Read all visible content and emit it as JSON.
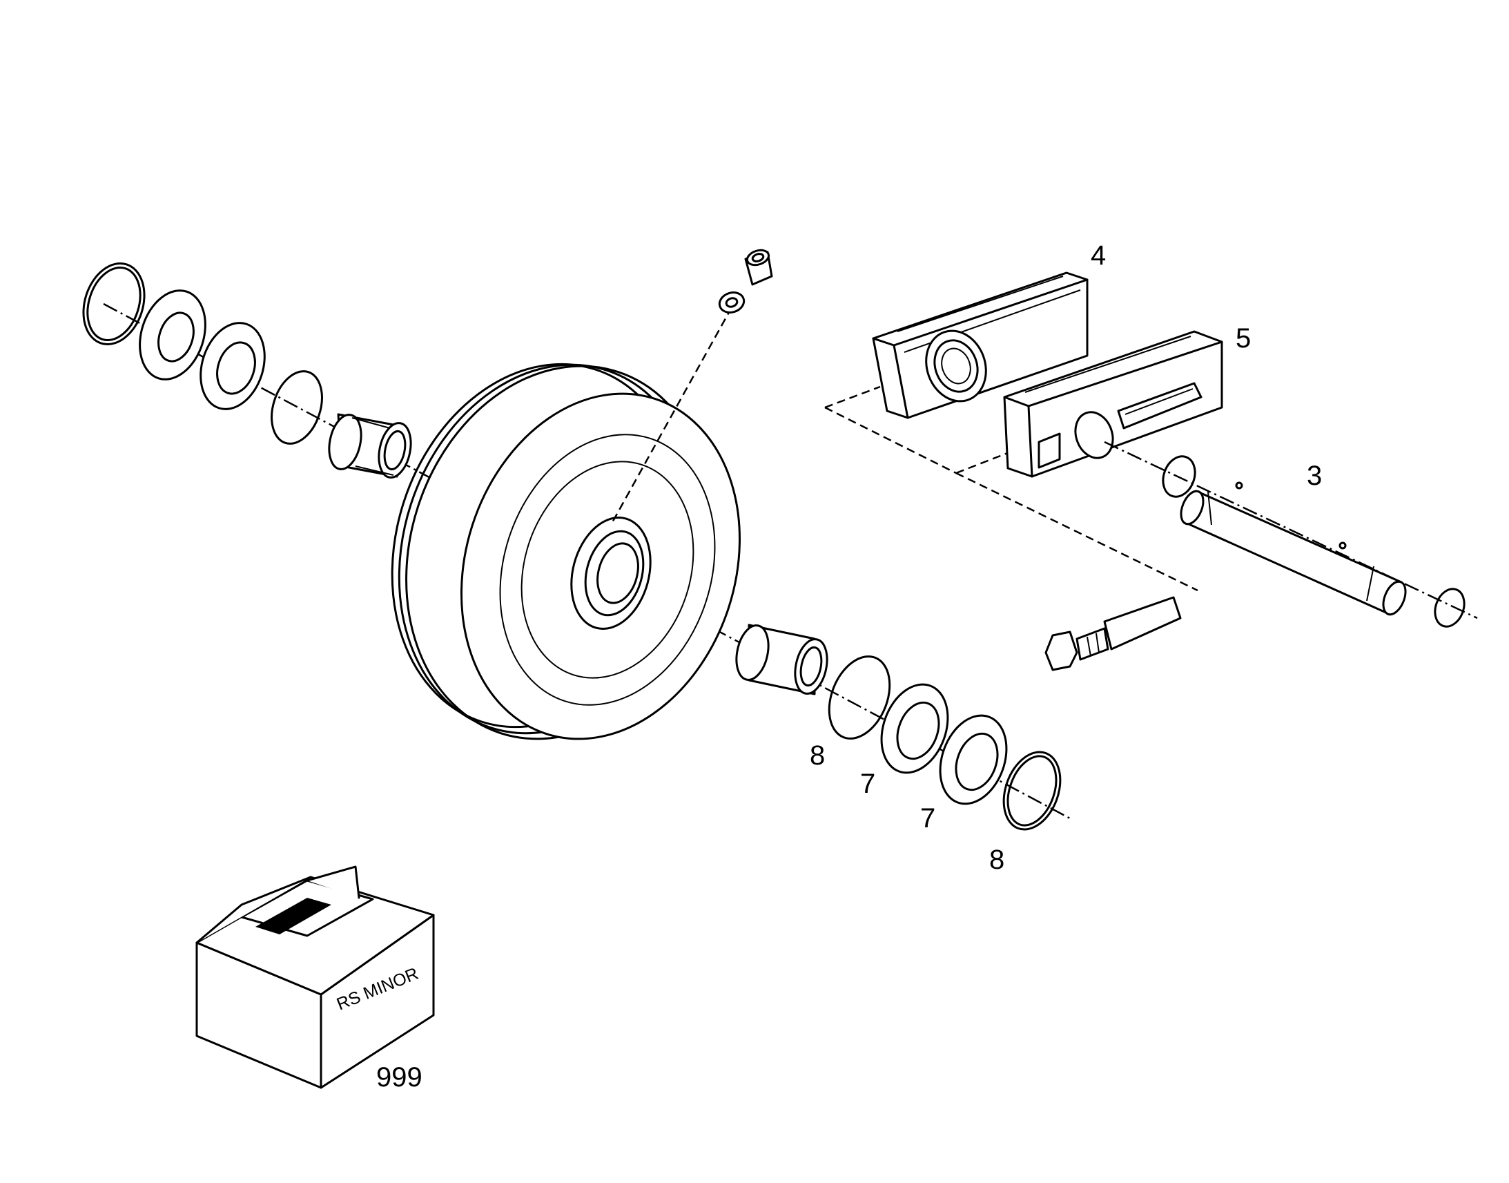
{
  "callouts": {
    "item_3": "3",
    "item_4": "4",
    "item_5": "5",
    "item_7a": "7",
    "item_7b": "7",
    "item_8a": "8",
    "item_8b": "8",
    "item_999": "999"
  },
  "kit_box": {
    "text": "RS MINOR"
  },
  "colors": {
    "ink": "#000000",
    "paper": "#ffffff"
  }
}
